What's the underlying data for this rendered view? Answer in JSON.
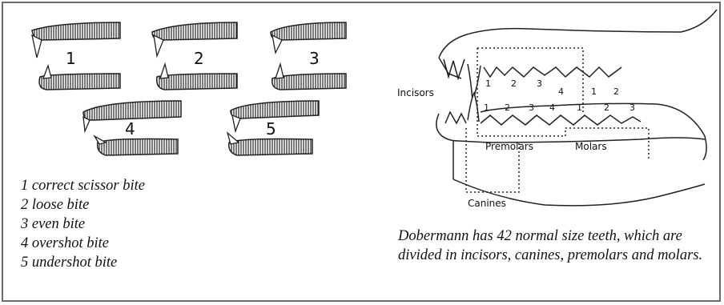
{
  "bite_numbers": [
    "1",
    "2",
    "3",
    "4",
    "5"
  ],
  "legend": [
    "1 correct scissor bite",
    "2 loose bite",
    "3 even bite",
    "4 overshot bite",
    "5 undershot bite"
  ],
  "jaw_labels": {
    "incisors": "Incisors",
    "canines": "Canines",
    "premolars": "Premolars",
    "molars": "Molars"
  },
  "upper_tooth_numbers": [
    "1",
    "2",
    "3",
    "4",
    "1",
    "2"
  ],
  "lower_tooth_numbers": [
    "1",
    "2",
    "3",
    "4",
    "1",
    "2",
    "3"
  ],
  "caption": "Dobermann has 42 normal size teeth, which are divided in incisors, canines, premolars and molars."
}
